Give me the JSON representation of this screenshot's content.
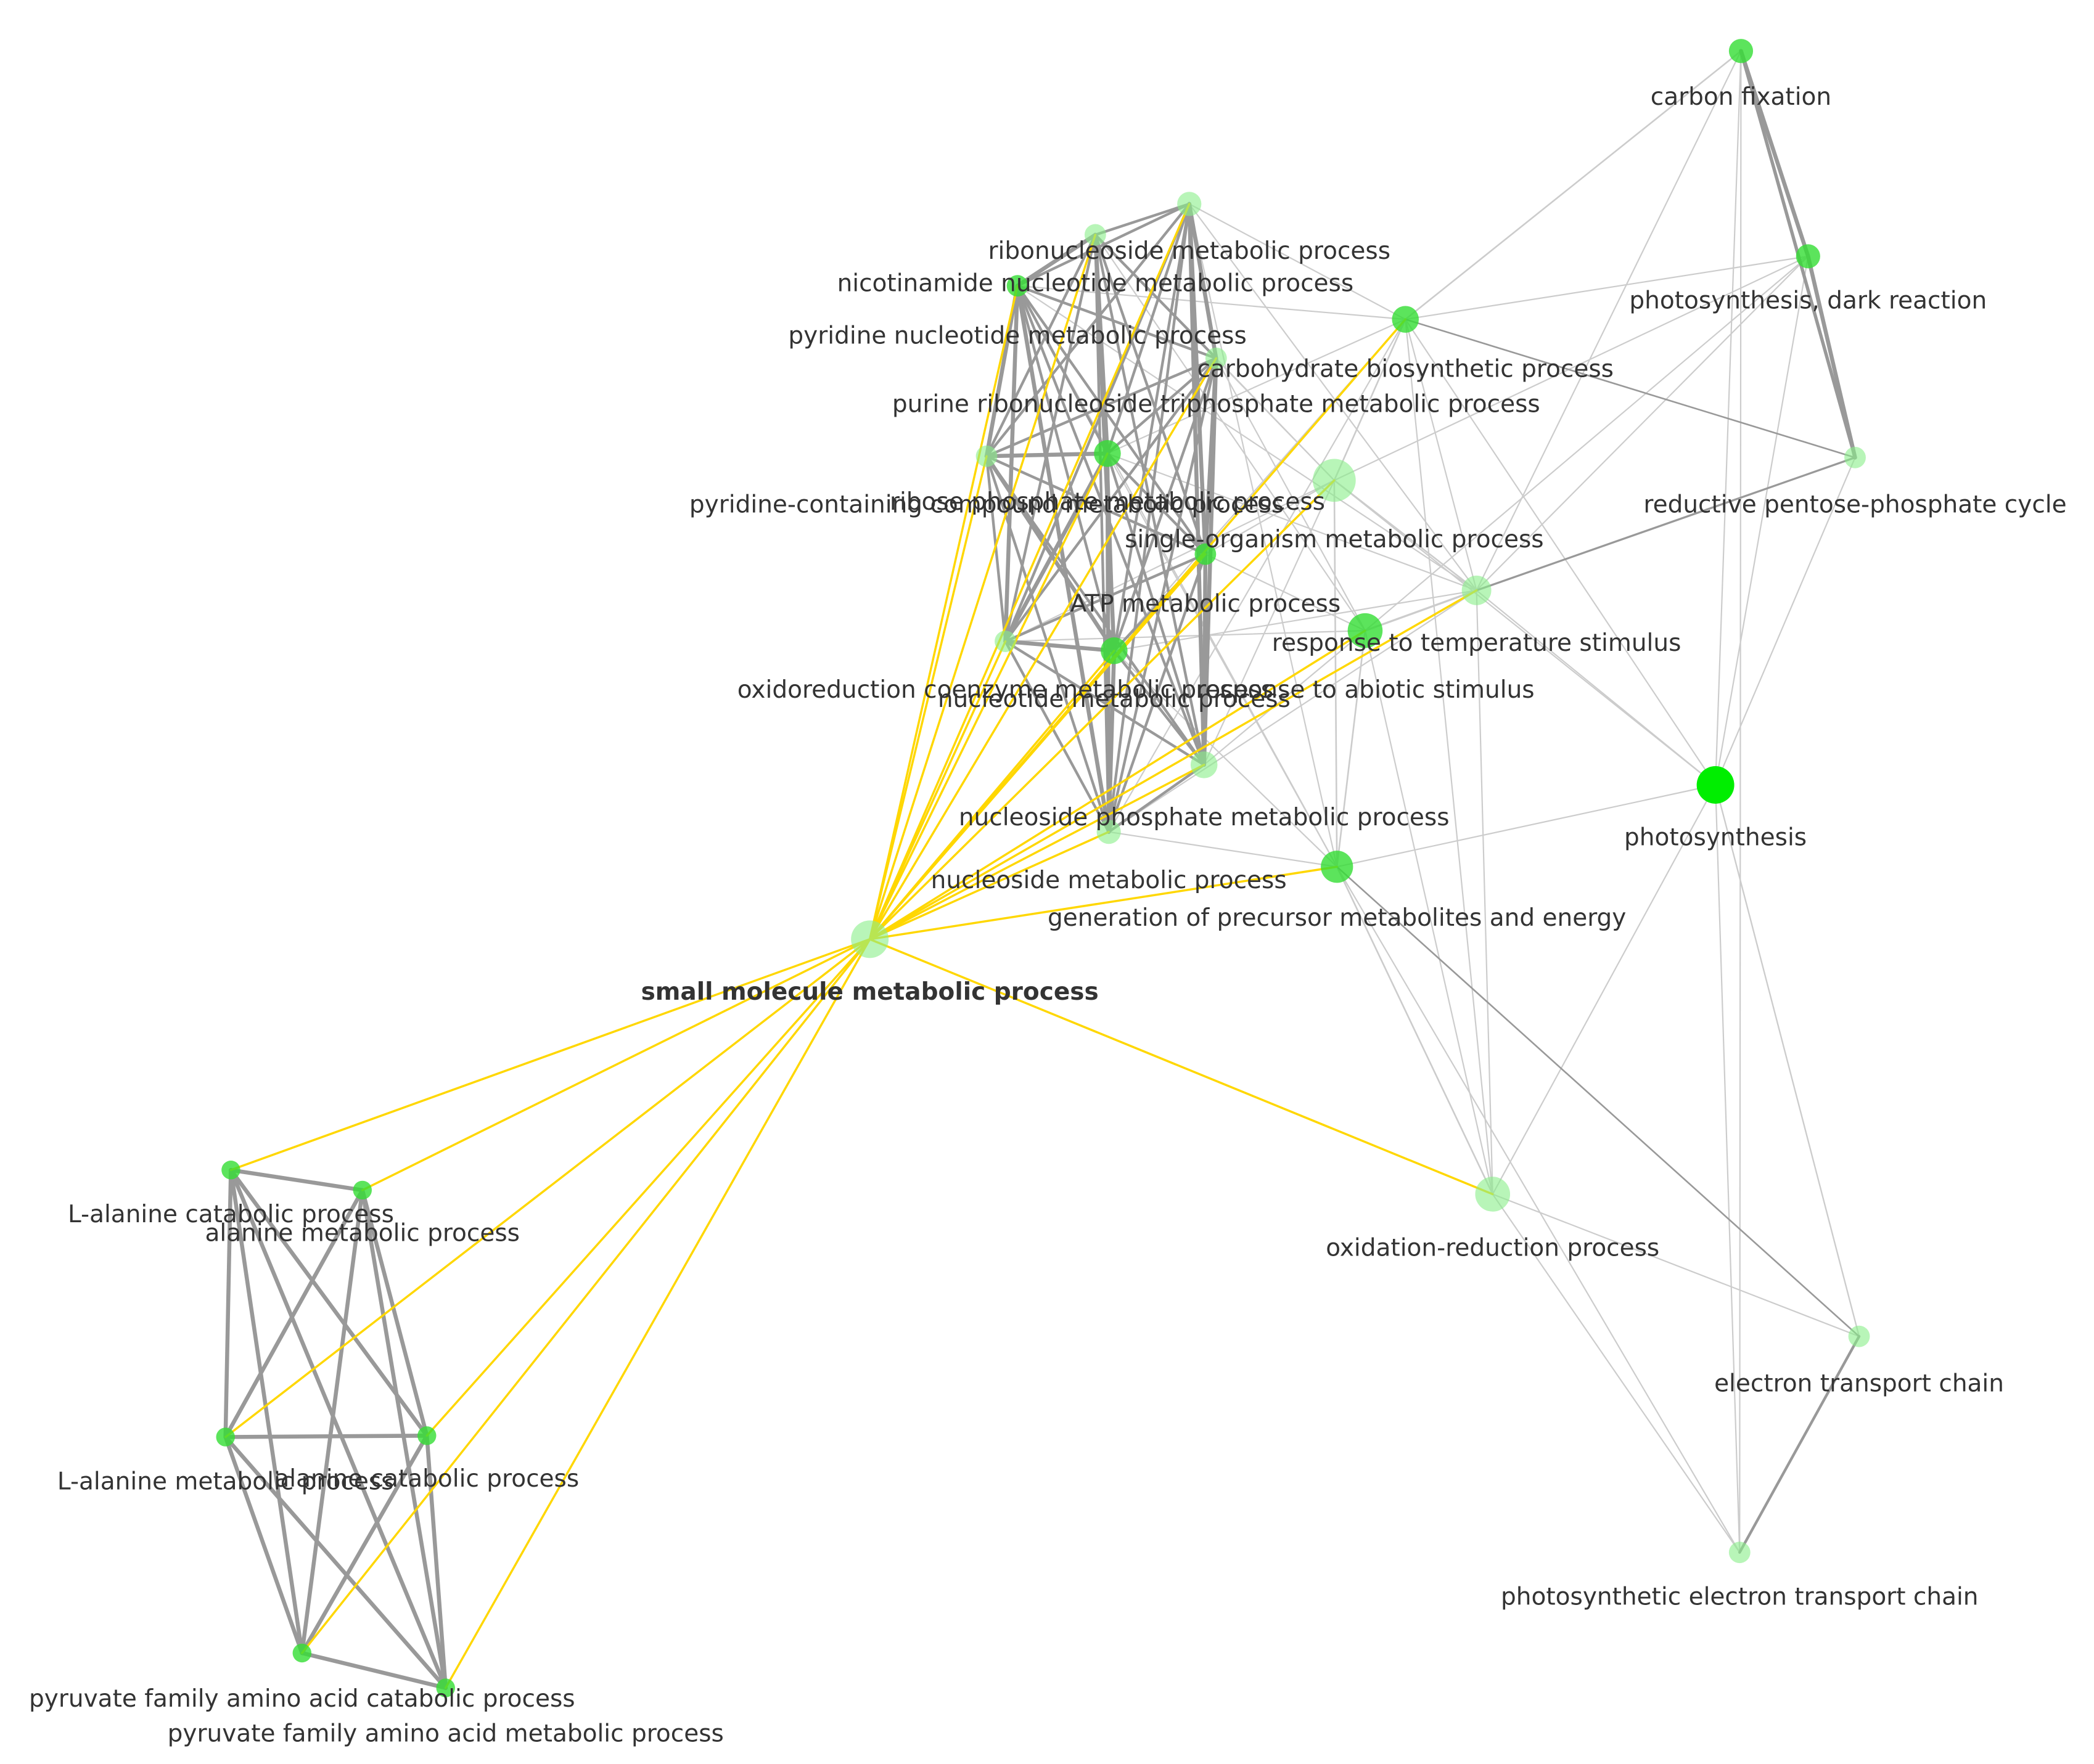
{
  "colors": {
    "background": "#ffffff",
    "edge_gray": "#999999",
    "edge_light": "#cccccc",
    "edge_highlight": "#ffd700",
    "node_bright": "#00ee00",
    "node_mid": "#33dd33",
    "node_pale": "#88ee88",
    "label": "#333333"
  },
  "nodes": [
    {
      "id": "carbon_fixation",
      "label": "carbon fixation",
      "shade": "mid"
    },
    {
      "id": "ps_dark",
      "label": "photosynthesis, dark reaction",
      "shade": "mid"
    },
    {
      "id": "reductive_ppc",
      "label": "reductive pentose-phosphate cycle",
      "shade": "pale"
    },
    {
      "id": "photosynthesis",
      "label": "photosynthesis",
      "shade": "bright"
    },
    {
      "id": "etc",
      "label": "electron transport chain",
      "shade": "pale"
    },
    {
      "id": "ps_etc",
      "label": "photosynthetic electron transport chain",
      "shade": "pale"
    },
    {
      "id": "oxred",
      "label": "oxidation-reduction process",
      "shade": "pale"
    },
    {
      "id": "carb_bio",
      "label": "carbohydrate biosynthetic process",
      "shade": "mid"
    },
    {
      "id": "ribonucleoside",
      "label": "ribonucleoside metabolic process",
      "shade": "pale"
    },
    {
      "id": "nicotinamide",
      "label": "nicotinamide nucleotide metabolic process",
      "shade": "pale"
    },
    {
      "id": "pyridine_nuc",
      "label": "pyridine nucleotide metabolic process",
      "shade": "mid"
    },
    {
      "id": "purine_rnt",
      "label": "purine ribonucleoside triphosphate metabolic process",
      "shade": "pale"
    },
    {
      "id": "pyridine_cont",
      "label": "pyridine-containing compound metabolic process",
      "shade": "pale"
    },
    {
      "id": "ribose_phos",
      "label": "ribose phosphate metabolic process",
      "shade": "mid"
    },
    {
      "id": "single_org",
      "label": "single-organism metabolic process",
      "shade": "pale"
    },
    {
      "id": "atp",
      "label": "ATP metabolic process",
      "shade": "mid"
    },
    {
      "id": "resp_temp",
      "label": "response to temperature stimulus",
      "shade": "pale"
    },
    {
      "id": "oxidoreduction_coenzyme",
      "label": "oxidoreduction coenzyme metabolic process",
      "shade": "pale"
    },
    {
      "id": "nucleotide",
      "label": "nucleotide metabolic process",
      "shade": "mid"
    },
    {
      "id": "resp_abiotic",
      "label": "response to abiotic stimulus",
      "shade": "mid"
    },
    {
      "id": "nucleoside_phos",
      "label": "nucleoside phosphate metabolic process",
      "shade": "pale"
    },
    {
      "id": "nucleoside",
      "label": "nucleoside metabolic process",
      "shade": "pale"
    },
    {
      "id": "gen_precursor",
      "label": "generation of precursor metabolites and energy",
      "shade": "mid"
    },
    {
      "id": "small_molecule",
      "label": "small molecule metabolic process",
      "shade": "pale",
      "hub": true
    },
    {
      "id": "l_ala_cat",
      "label": "L-alanine catabolic process",
      "shade": "mid"
    },
    {
      "id": "ala_met",
      "label": "alanine metabolic process",
      "shade": "mid"
    },
    {
      "id": "l_ala_met",
      "label": "L-alanine metabolic process",
      "shade": "mid"
    },
    {
      "id": "ala_cat",
      "label": "alanine catabolic process",
      "shade": "mid"
    },
    {
      "id": "pyr_cat",
      "label": "pyruvate family amino acid catabolic process",
      "shade": "mid"
    },
    {
      "id": "pyr_met",
      "label": "pyruvate family amino acid metabolic process",
      "shade": "mid"
    }
  ]
}
